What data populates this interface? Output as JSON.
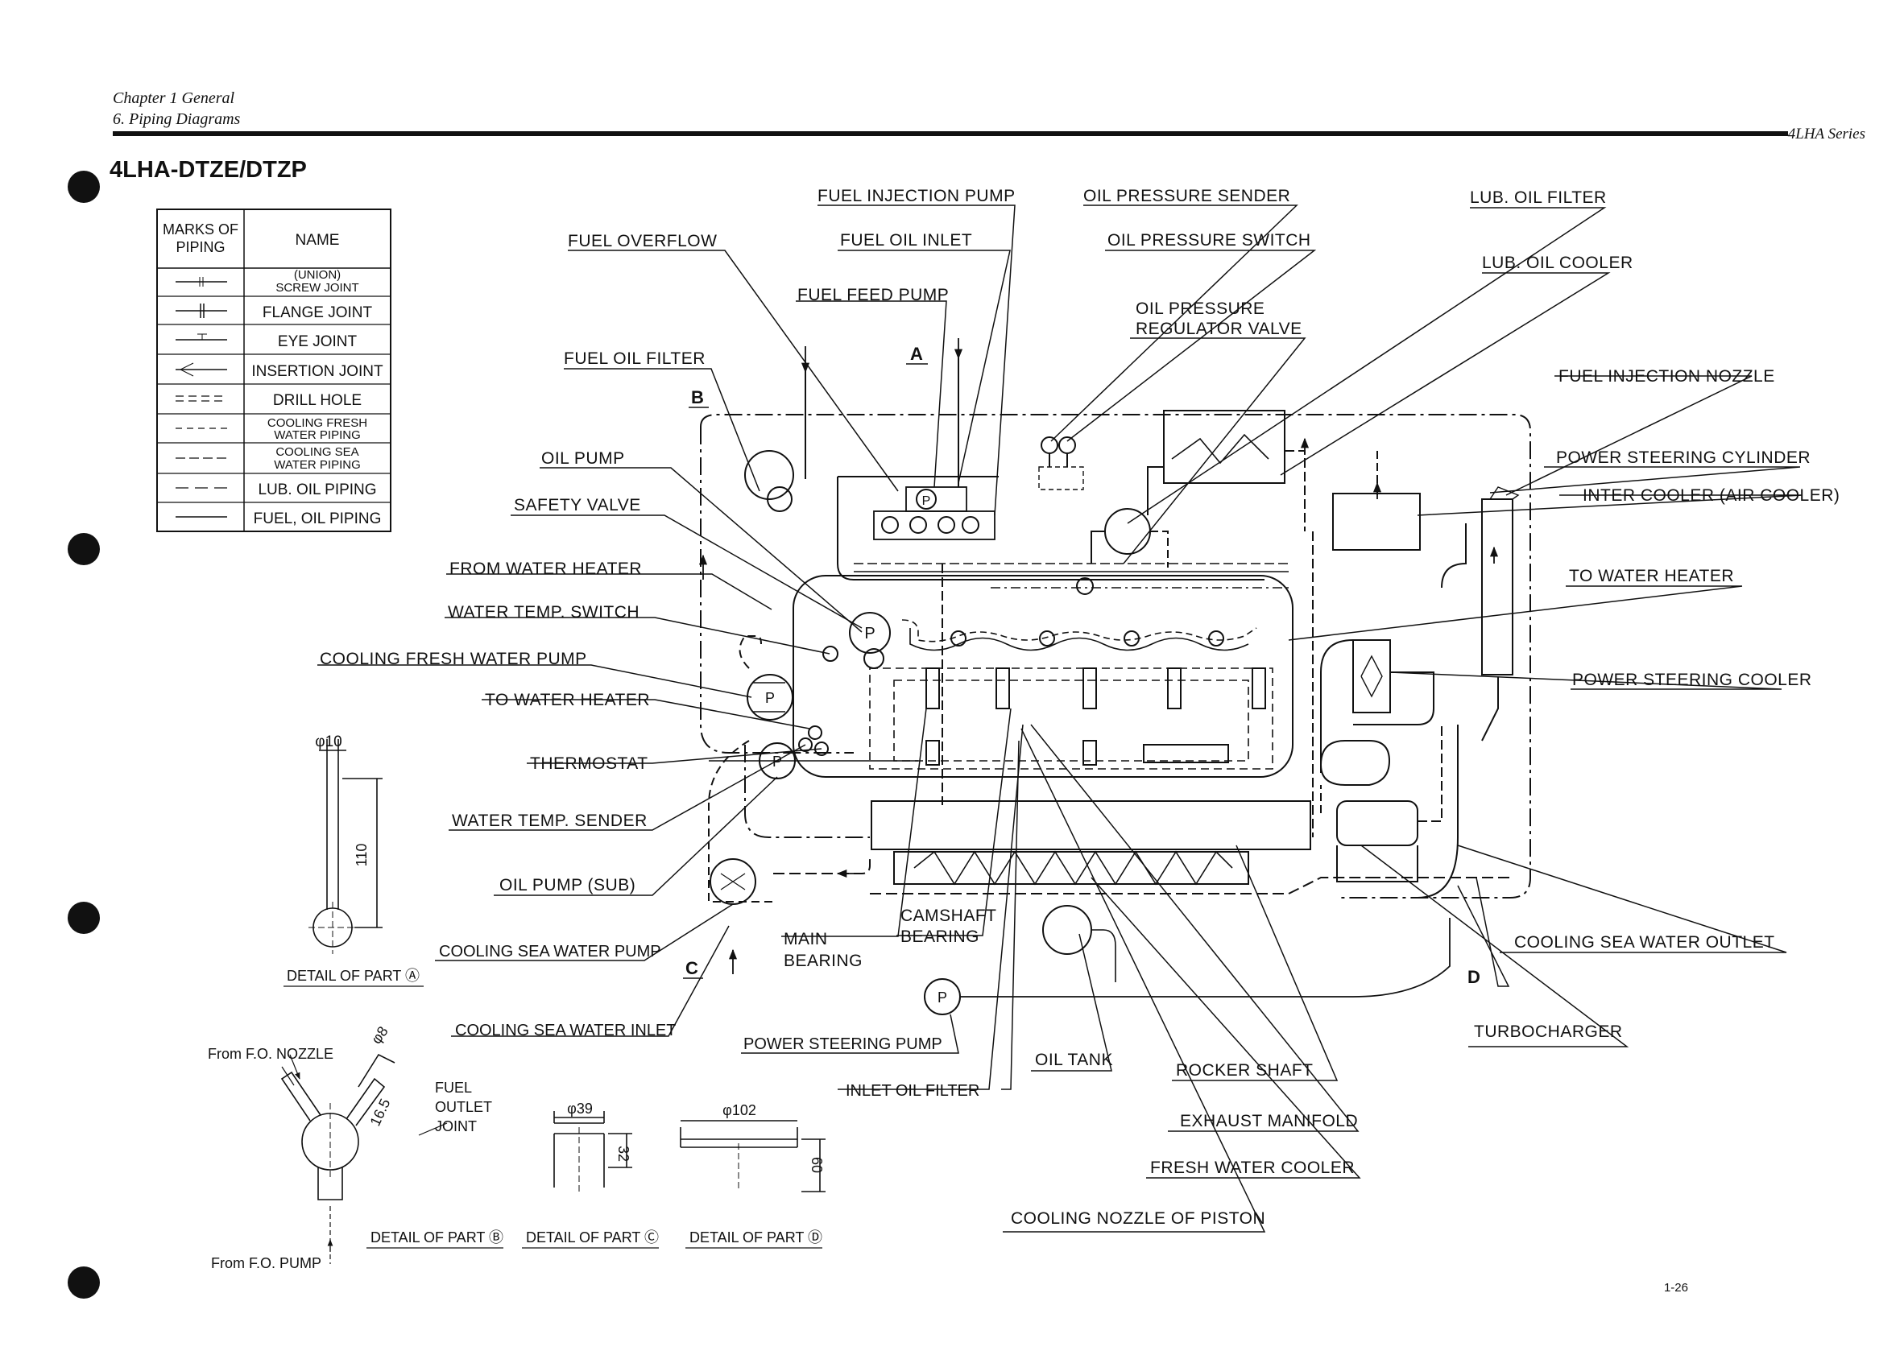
{
  "header": {
    "chapter": "Chapter 1 General",
    "section": "6. Piping Diagrams",
    "series": "4LHA Series"
  },
  "title": "4LHA-DTZE/DTZP",
  "legend": {
    "col_marks": "MARKS OF PIPING",
    "col_name": "NAME",
    "rows": [
      {
        "name": "(UNION) SCREW JOINT",
        "mark": "screw"
      },
      {
        "name": "FLANGE JOINT",
        "mark": "flange"
      },
      {
        "name": "EYE JOINT",
        "mark": "eye"
      },
      {
        "name": "INSERTION JOINT",
        "mark": "insertion"
      },
      {
        "name": "DRILL HOLE",
        "mark": "drill"
      },
      {
        "name": "COOLING FRESH WATER PIPING",
        "mark": "fresh"
      },
      {
        "name": "COOLING SEA WATER PIPING",
        "mark": "sea"
      },
      {
        "name": "LUB. OIL PIPING",
        "mark": "lub"
      },
      {
        "name": "FUEL, OIL PIPING",
        "mark": "fuel"
      }
    ]
  },
  "labels": {
    "fuel_injection_pump": "FUEL INJECTION PUMP",
    "oil_pressure_sender": "OIL PRESSURE SENDER",
    "lub_oil_filter": "LUB. OIL FILTER",
    "fuel_overflow": "FUEL OVERFLOW",
    "fuel_oil_inlet": "FUEL OIL INLET",
    "oil_pressure_switch": "OIL PRESSURE SWITCH",
    "lub_oil_cooler": "LUB. OIL COOLER",
    "fuel_feed_pump": "FUEL FEED PUMP",
    "oil_pressure_regulator_valve": "OIL PRESSURE REGULATOR VALVE",
    "fuel_oil_filter": "FUEL OIL FILTER",
    "fuel_injection_nozzle": "FUEL INJECTION NOZZLE",
    "oil_pump": "OIL PUMP",
    "power_steering_cylinder": "POWER STEERING CYLINDER",
    "safety_valve": "SAFETY VALVE",
    "inter_cooler": "INTER COOLER (AIR COOLER)",
    "from_water_heater": "FROM WATER HEATER",
    "to_water_heater_right": "TO WATER HEATER",
    "water_temp_switch": "WATER TEMP. SWITCH",
    "cooling_fresh_water_pump": "COOLING FRESH WATER PUMP",
    "power_steering_cooler": "POWER STEERING COOLER",
    "to_water_heater_left": "TO WATER HEATER",
    "thermostat": "THERMOSTAT",
    "water_temp_sender": "WATER TEMP. SENDER",
    "oil_pump_sub": "OIL PUMP (SUB)",
    "camshaft_bearing": "CAMSHAFT BEARING",
    "main_bearing": "MAIN BEARING",
    "cooling_sea_water_pump": "COOLING SEA WATER PUMP",
    "cooling_sea_water_outlet": "COOLING SEA WATER OUTLET",
    "cooling_sea_water_inlet": "COOLING SEA WATER INLET",
    "power_steering_pump": "POWER STEERING PUMP",
    "turbocharger": "TURBOCHARGER",
    "oil_tank": "OIL TANK",
    "rocker_shaft": "ROCKER SHAFT",
    "inlet_oil_filter": "INLET OIL FILTER",
    "exhaust_manifold": "EXHAUST MANIFOLD",
    "fresh_water_cooler": "FRESH WATER COOLER",
    "cooling_nozzle_of_piston": "COOLING NOZZLE OF PISTON"
  },
  "callouts": {
    "a": "A",
    "b": "B",
    "c": "C",
    "d": "D",
    "p": "P"
  },
  "details": {
    "a_caption": "DETAIL OF PART Ⓐ",
    "a_dia": "φ10",
    "a_len": "110",
    "b_caption": "DETAIL OF PART Ⓑ",
    "b_from_nozzle": "From F.O. NOZZLE",
    "b_from_pump": "From F.O. PUMP",
    "b_joint": "FUEL OUTLET JOINT",
    "b_dia": "φ8",
    "b_len": "16.5",
    "c_caption": "DETAIL OF PART Ⓒ",
    "c_dia": "φ39",
    "c_len": "32",
    "d_caption": "DETAIL OF PART Ⓓ",
    "d_dia": "φ102",
    "d_len": "60"
  },
  "page_number": "1-26"
}
